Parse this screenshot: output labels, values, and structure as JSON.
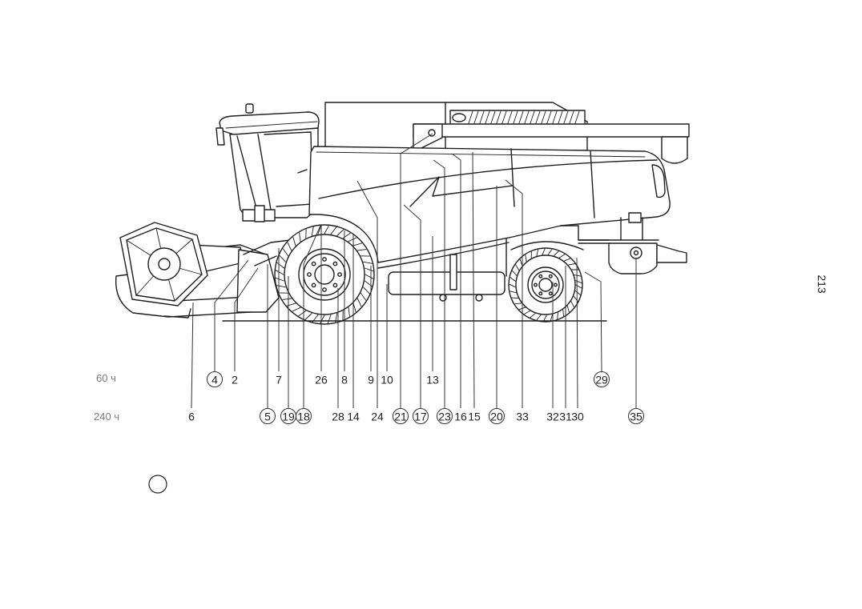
{
  "page_number": "213",
  "intervals": {
    "row1": "60 ч",
    "row2": "240 ч"
  },
  "callouts": {
    "row1": [
      {
        "label": "4",
        "circled": true
      },
      {
        "label": "2",
        "circled": false
      },
      {
        "label": "7",
        "circled": false
      },
      {
        "label": "26",
        "circled": false
      },
      {
        "label": "8",
        "circled": false
      },
      {
        "label": "9",
        "circled": false
      },
      {
        "label": "10",
        "circled": false
      },
      {
        "label": "13",
        "circled": false
      },
      {
        "label": "29",
        "circled": true
      }
    ],
    "row2": [
      {
        "label": "6",
        "circled": false
      },
      {
        "label": "5",
        "circled": true
      },
      {
        "label": "19",
        "circled": true
      },
      {
        "label": "18",
        "circled": true
      },
      {
        "label": "28",
        "circled": false
      },
      {
        "label": "14",
        "circled": false
      },
      {
        "label": "24",
        "circled": false
      },
      {
        "label": "21",
        "circled": true
      },
      {
        "label": "17",
        "circled": true
      },
      {
        "label": "23",
        "circled": true
      },
      {
        "label": "16",
        "circled": false
      },
      {
        "label": "15",
        "circled": false
      },
      {
        "label": "20",
        "circled": true
      },
      {
        "label": "33",
        "circled": false
      },
      {
        "label": "32",
        "circled": false
      },
      {
        "label": "31",
        "circled": false
      },
      {
        "label": "30",
        "circled": false
      },
      {
        "label": "35",
        "circled": true
      }
    ]
  }
}
